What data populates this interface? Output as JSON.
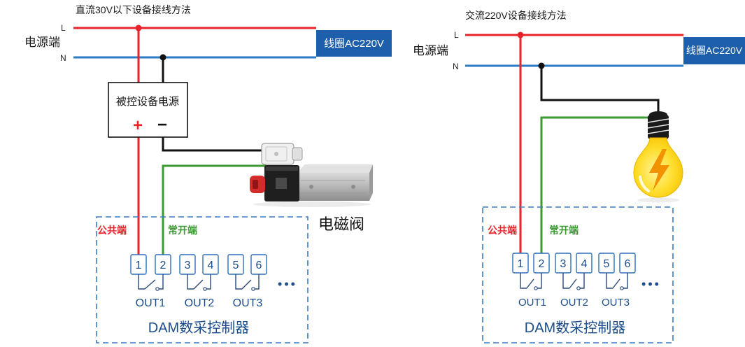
{
  "colors": {
    "live": "#e8232a",
    "neutral": "#2b7bc6",
    "coil_box": "#1d5fab",
    "normally_open": "#3c9a33",
    "wire_black": "#111111",
    "controller_text": "#1a4c8b",
    "terminal_outline": "#2f6fba",
    "dashed_border": "#3a7cc6"
  },
  "left": {
    "title": "直流30V以下设备接线方法",
    "power_label": "电源端",
    "line_l": "L",
    "line_n": "N",
    "coil_box": "线圈AC220V",
    "device_power": {
      "label": "被控设备电源",
      "plus": "+",
      "minus": "−"
    },
    "load": {
      "label": "电磁阀",
      "icon": "solenoid-valve-icon"
    },
    "common_label": "公共端",
    "no_label": "常开端",
    "terminals": [
      "1",
      "2",
      "3",
      "4",
      "5",
      "6"
    ],
    "more": "•••",
    "outputs": [
      "OUT1",
      "OUT2",
      "OUT3"
    ],
    "controller": "DAM数采控制器"
  },
  "right": {
    "title": "交流220V设备接线方法",
    "power_label": "电源端",
    "line_l": "L",
    "line_n": "N",
    "coil_box": "线圈AC220V",
    "load": {
      "icon": "light-bulb-icon"
    },
    "common_label": "公共端",
    "no_label": "常开端",
    "terminals": [
      "1",
      "2",
      "3",
      "4",
      "5",
      "6"
    ],
    "more": "•••",
    "outputs": [
      "OUT1",
      "OUT2",
      "OUT3"
    ],
    "controller": "DAM数采控制器"
  }
}
